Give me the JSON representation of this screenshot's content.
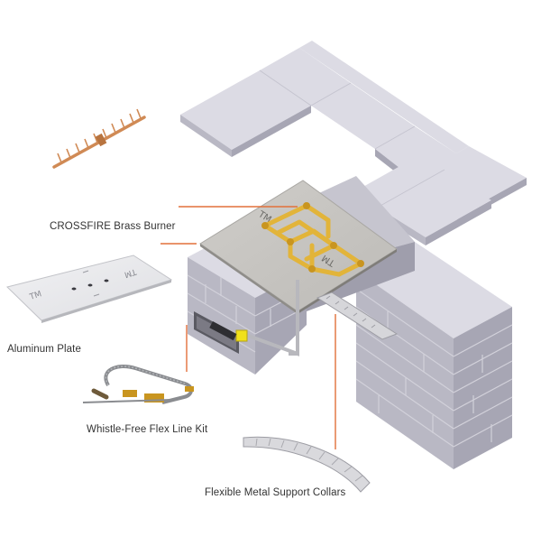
{
  "labels": {
    "burner": "CROSSFIRE Brass Burner",
    "plate": "Aluminum Plate",
    "flex": "Whistle-Free Flex Line Kit",
    "collars": "Flexible Metal Support Collars"
  },
  "colors": {
    "block_top": "#dcdbe4",
    "block_left": "#b9b8c4",
    "block_right": "#a7a6b4",
    "pan": "#c8c6c2",
    "burner": "#e2b43a",
    "leader": "#e2703a",
    "copper": "#d08a55"
  }
}
